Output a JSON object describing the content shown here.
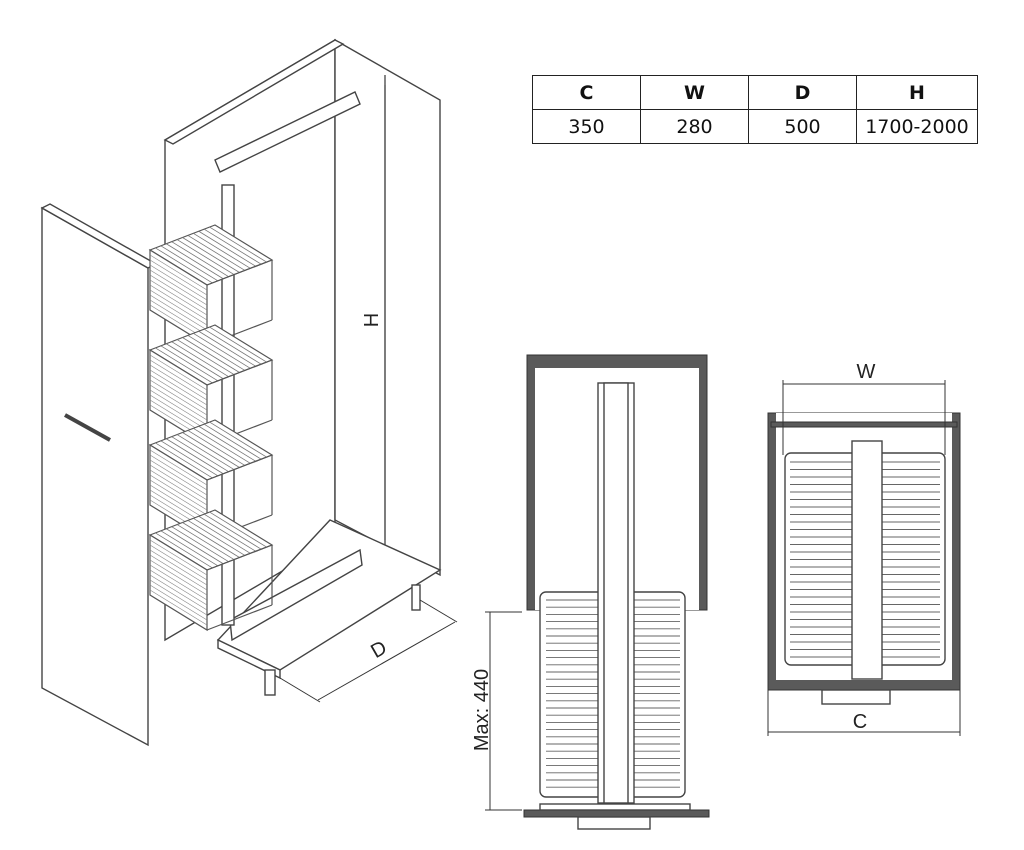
{
  "table": {
    "headers": [
      "C",
      "W",
      "D",
      "H"
    ],
    "values": [
      "350",
      "280",
      "500",
      "1700-2000"
    ]
  },
  "labels": {
    "height": "H",
    "depth": "D",
    "max_extension": "Max: 440",
    "width": "W",
    "cabinet_width": "C"
  },
  "colors": {
    "line": "#444444",
    "panel_dark": "#5a5a5a"
  }
}
